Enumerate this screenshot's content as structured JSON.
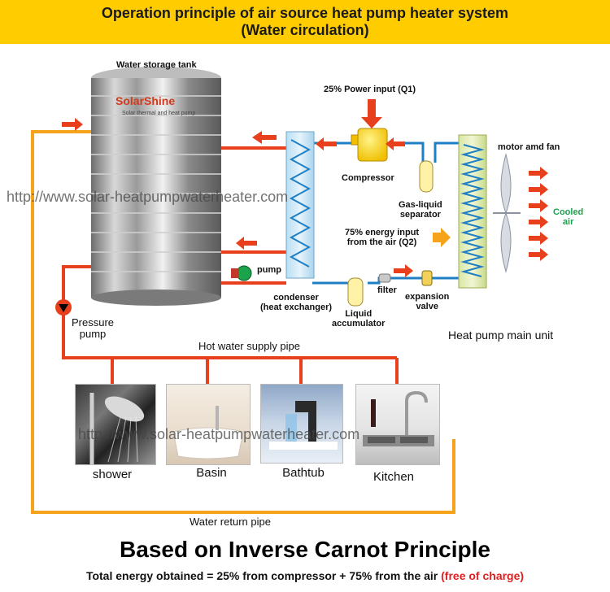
{
  "header": {
    "title_line1": "Operation principle of air source heat pump heater system",
    "title_line2": "(Water circulation)"
  },
  "labels": {
    "water_storage_tank": "Water storage tank",
    "tank_logo": "SolarShine",
    "tank_logo_sub": "Solar thermal and heat pump",
    "power_input": "25% Power input (Q1)",
    "compressor": "Compressor",
    "motor_and_fan": "motor amd fan",
    "gas_liquid_line1": "Gas-liquid",
    "gas_liquid_line2": "separator",
    "cooled_air_line1": "Cooled",
    "cooled_air_line2": "air",
    "energy_input_line1": "75% energy input",
    "energy_input_line2": "from the air (Q2)",
    "pump": "pump",
    "filter": "filter",
    "condenser_line1": "condenser",
    "condenser_line2": "(heat exchanger)",
    "expansion_line1": "expansion",
    "expansion_line2": "valve",
    "liquid_line1": "Liquid",
    "liquid_line2": "accumulator",
    "pressure_line1": "Pressure",
    "pressure_line2": "pump",
    "heat_pump_main_unit": "Heat pump main unit",
    "hot_water_supply_pipe": "Hot water supply pipe",
    "water_return_pipe": "Water return pipe"
  },
  "watermark": "http://www.solar-heatpumpwaterheater.com",
  "fixtures": [
    {
      "name": "shower",
      "label": "shower"
    },
    {
      "name": "basin",
      "label": "Basin"
    },
    {
      "name": "bathtub",
      "label": "Bathtub"
    },
    {
      "name": "kitchen",
      "label": "Kitchen"
    }
  ],
  "footer": {
    "title": "Based on Inverse Carnot Principle",
    "subtitle": "Total energy obtained = 25% from compressor + 75% from the air",
    "subtitle_highlight": "(free of charge)"
  },
  "colors": {
    "header_bg": "#ffcc00",
    "hot_pipe": "#e8401c",
    "return_pipe": "#f5a31a",
    "refrigerant_pipe": "#1f7fc4",
    "arrow": "#e8401c",
    "highlight_text": "#e02020"
  },
  "icons": [
    "tank-image",
    "compressor-icon",
    "condenser-coil-icon",
    "evaporator-coil-icon",
    "fan-icon",
    "pump-icon",
    "valve-icon",
    "filter-icon",
    "arrow-icon"
  ]
}
